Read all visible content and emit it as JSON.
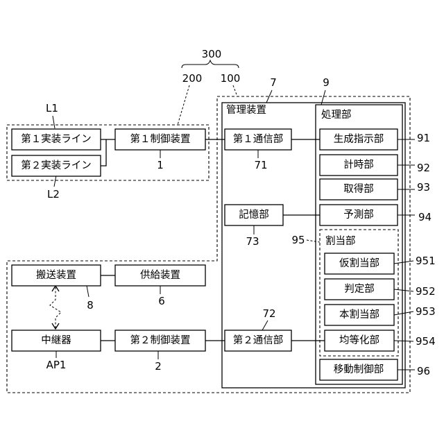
{
  "colors": {
    "line": "#000000",
    "background": "#ffffff"
  },
  "references": {
    "r300": "300",
    "r200": "200",
    "r100": "100",
    "r7": "7",
    "r9": "9",
    "L1": "L1",
    "L2": "L2",
    "r1": "1",
    "r71": "71",
    "r73": "73",
    "r95": "95",
    "r72": "72",
    "r8": "8",
    "r6": "6",
    "AP1": "AP1",
    "r2": "2",
    "r91": "91",
    "r92": "92",
    "r93": "93",
    "r94": "94",
    "r951": "951",
    "r952": "952",
    "r953": "953",
    "r954": "954",
    "r96": "96"
  },
  "group_titles": {
    "management_device": "管理装置",
    "processing_unit": "処理部",
    "allocation_unit": "割当部"
  },
  "blocks": {
    "line1": "第１実装ライン",
    "line2": "第２実装ライン",
    "control1": "第１制御装置",
    "comm1": "第１通信部",
    "gen": "生成指示部",
    "timer": "計時部",
    "acquire": "取得部",
    "storage": "記憶部",
    "predict": "予測部",
    "temp_alloc": "仮割当部",
    "judge": "判定部",
    "main_alloc": "本割当部",
    "equalize": "均等化部",
    "transport": "搬送装置",
    "supply": "供給装置",
    "relay": "中継器",
    "control2": "第２制御装置",
    "comm2": "第２通信部",
    "move_ctrl": "移動制御部"
  }
}
